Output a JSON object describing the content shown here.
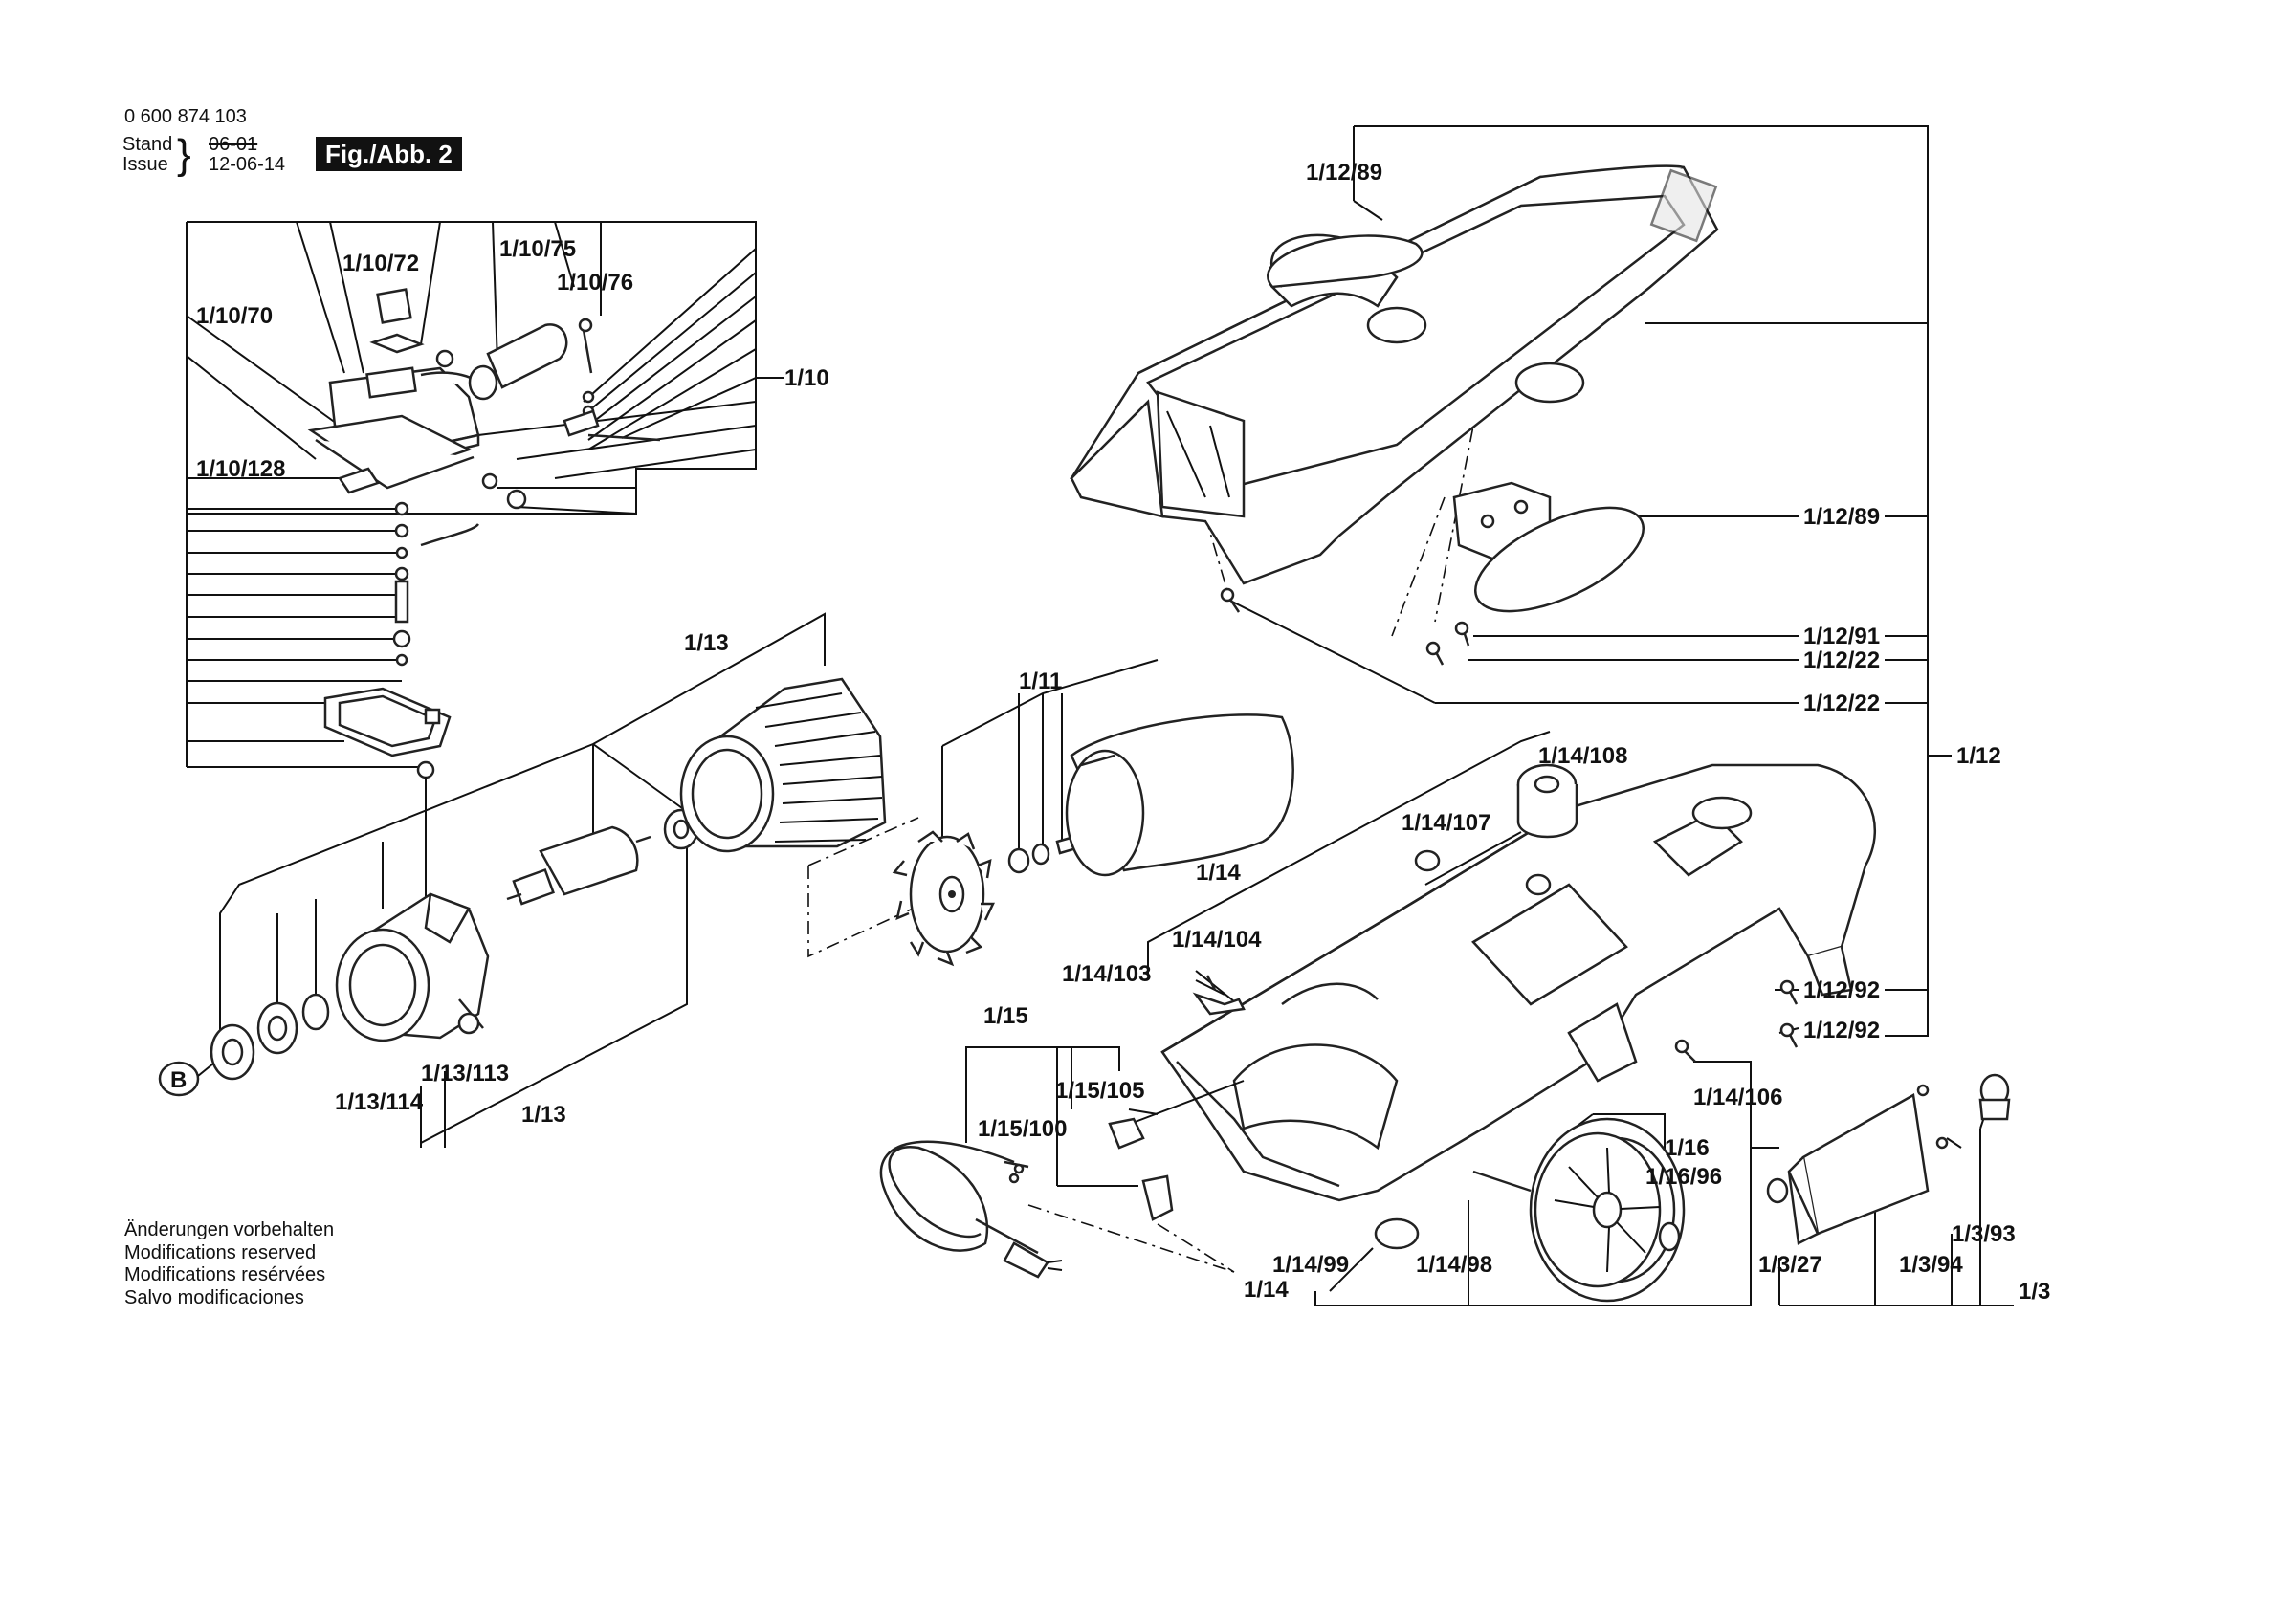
{
  "header": {
    "part_number": "0 600 874 103",
    "stand_label": "Stand",
    "issue_label": "Issue",
    "old_date": "06-01",
    "new_date": "12-06-14",
    "figure": "Fig./Abb. 2"
  },
  "notes": [
    "Änderungen vorbehalten",
    "Modifications reserved",
    "Modifications resérvées",
    "Salvo modificaciones"
  ],
  "callout_b": "B",
  "labels": {
    "l_1_10_72": "1/10/72",
    "l_1_10_75": "1/10/75",
    "l_1_10_76": "1/10/76",
    "l_1_10_70": "1/10/70",
    "l_1_10": "1/10",
    "l_1_10_128": "1/10/128",
    "l_1_13_top": "1/13",
    "l_1_13_113": "1/13/113",
    "l_1_13_114": "1/13/114",
    "l_1_13_bot": "1/13",
    "l_1_11": "1/11",
    "l_1_12_89_top": "1/12/89",
    "l_1_12_89_right": "1/12/89",
    "l_1_12_91": "1/12/91",
    "l_1_12_22_a": "1/12/22",
    "l_1_12_22_b": "1/12/22",
    "l_1_12": "1/12",
    "l_1_14_108": "1/14/108",
    "l_1_14_107": "1/14/107",
    "l_1_14": "1/14",
    "l_1_14_104": "1/14/104",
    "l_1_14_103": "1/14/103",
    "l_1_12_92_a": "1/12/92",
    "l_1_12_92_b": "1/12/92",
    "l_1_15": "1/15",
    "l_1_15_105": "1/15/105",
    "l_1_15_100": "1/15/100",
    "l_1_14_106": "1/14/106",
    "l_1_16": "1/16",
    "l_1_16_96": "1/16/96",
    "l_1_3_93": "1/3/93",
    "l_1_14_99": "1/14/99",
    "l_1_14_98": "1/14/98",
    "l_1_14_bot": "1/14",
    "l_1_3_27": "1/3/27",
    "l_1_3_94": "1/3/94",
    "l_1_3": "1/3"
  }
}
